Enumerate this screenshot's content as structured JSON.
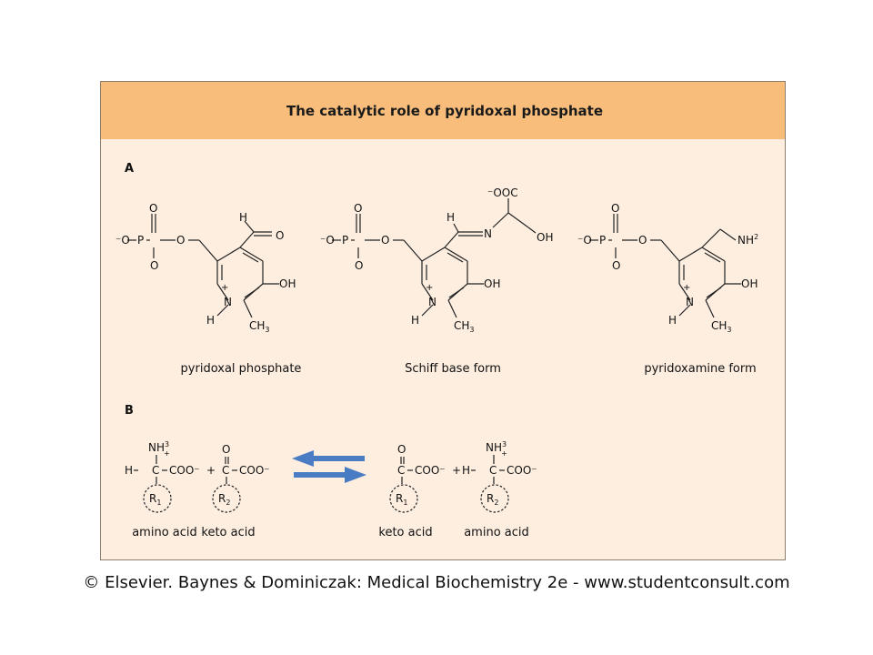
{
  "figure": {
    "title": "The catalytic role of pyridoxal phosphate",
    "panel_a": {
      "label": "A",
      "captions": [
        "pyridoxal phosphate",
        "Schiff  base form",
        "pyridoxamine form"
      ]
    },
    "panel_b": {
      "label": "B",
      "captions": [
        "amino acid",
        "keto acid",
        "keto acid",
        "amino acid"
      ]
    },
    "arrow_color": "#4a7cc4"
  },
  "footer": {
    "copyright": "© Elsevier. Baynes & Dominiczak: Medical Biochemistry 2e - www.studentconsult.com"
  }
}
